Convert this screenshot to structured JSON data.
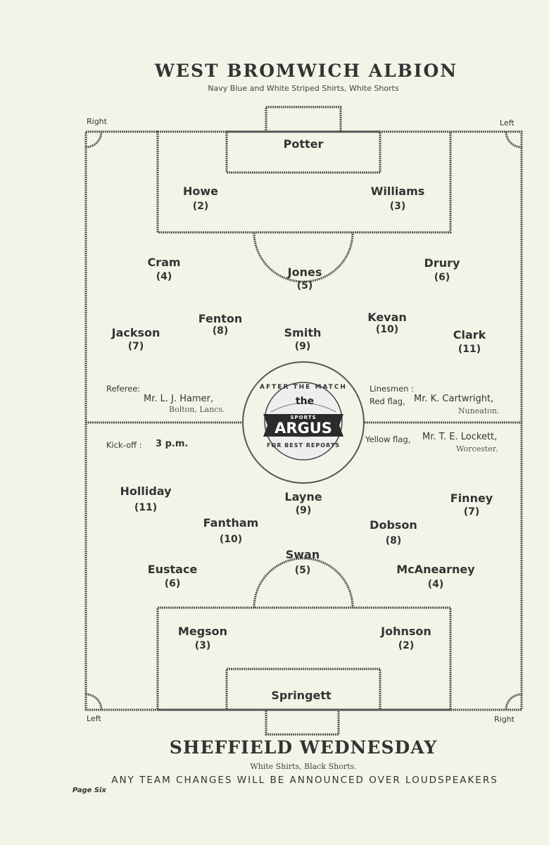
{
  "home_team": {
    "name": "WEST BROMWICH ALBION",
    "kit": "Navy Blue and White Striped Shirts, White Shorts"
  },
  "away_team": {
    "name": "SHEFFIELD WEDNESDAY",
    "kit": "White Shirts, Black Shorts."
  },
  "corners": {
    "top_left": "Right",
    "top_right": "Left",
    "bottom_left": "Left",
    "bottom_right": "Right"
  },
  "home_players": [
    {
      "name": "Potter",
      "number": ""
    },
    {
      "name": "Howe",
      "number": "(2)"
    },
    {
      "name": "Williams",
      "number": "(3)"
    },
    {
      "name": "Cram",
      "number": "(4)"
    },
    {
      "name": "Jones",
      "number": "(5)"
    },
    {
      "name": "Drury",
      "number": "(6)"
    },
    {
      "name": "Fenton",
      "number": "(8)"
    },
    {
      "name": "Kevan",
      "number": "(10)"
    },
    {
      "name": "Jackson",
      "number": "(7)"
    },
    {
      "name": "Smith",
      "number": "(9)"
    },
    {
      "name": "Clark",
      "number": "(11)"
    }
  ],
  "away_players": [
    {
      "name": "Holliday",
      "number": "(11)"
    },
    {
      "name": "Layne",
      "number": "(9)"
    },
    {
      "name": "Finney",
      "number": "(7)"
    },
    {
      "name": "Fantham",
      "number": "(10)"
    },
    {
      "name": "Dobson",
      "number": "(8)"
    },
    {
      "name": "Swan",
      "number": "(5)"
    },
    {
      "name": "Eustace",
      "number": "(6)"
    },
    {
      "name": "McAnearney",
      "number": "(4)"
    },
    {
      "name": "Megson",
      "number": "(3)"
    },
    {
      "name": "Johnson",
      "number": "(2)"
    },
    {
      "name": "Springett",
      "number": ""
    }
  ],
  "officials": {
    "referee_label": "Referee:",
    "referee_name": "Mr. L. J. Hamer,",
    "referee_town": "Bolton, Lancs.",
    "linesmen_label": "Linesmen :",
    "red_flag_label": "Red flag,",
    "red_flag_name": "Mr. K. Cartwright,",
    "red_flag_town": "Nuneaton.",
    "yellow_flag_label": "Yellow flag,",
    "yellow_flag_name": "Mr. T. E. Lockett,",
    "yellow_flag_town": "Worcester.",
    "kickoff_label": "Kick-off :",
    "kickoff_time": "3 p.m."
  },
  "advert": {
    "top": "AFTER THE MATCH",
    "the": "the",
    "sports": "SPORTS",
    "brand": "ARGUS",
    "bottom": "FOR BEST REPORTS"
  },
  "notice": "ANY TEAM CHANGES WILL BE ANNOUNCED OVER LOUDSPEAKERS",
  "page_label": "Page Six"
}
